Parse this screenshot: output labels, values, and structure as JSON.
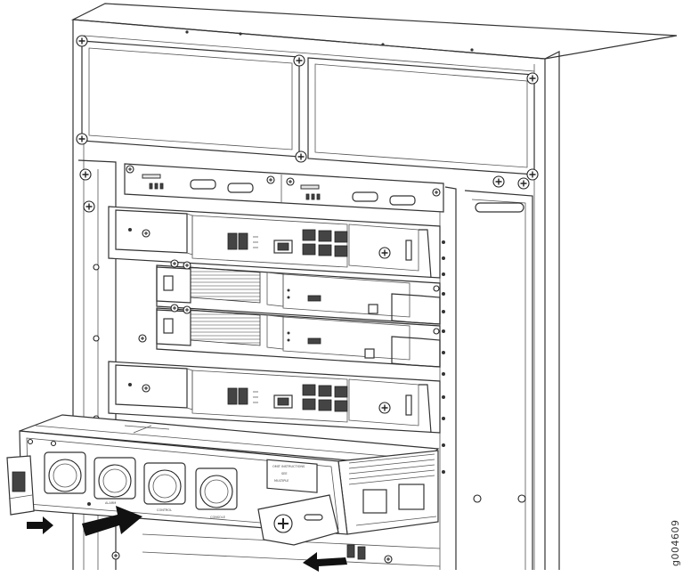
{
  "figure": {
    "id_label": "g004609",
    "panel_label": {
      "lines": [
        "OMIT INSTRUCTIONS",
        "SEE",
        "MULTIPLE"
      ]
    },
    "module_labels": [
      "ALARM",
      "CONTROL",
      "CONSOLE"
    ],
    "arrows": [
      {
        "name": "arrow-left-latch",
        "direction": "right"
      },
      {
        "name": "arrow-insert-module",
        "direction": "right"
      },
      {
        "name": "arrow-bottom-latch",
        "direction": "left"
      }
    ],
    "colors": {
      "line": "#333333",
      "background": "#ffffff",
      "arrow": "#111111"
    }
  }
}
